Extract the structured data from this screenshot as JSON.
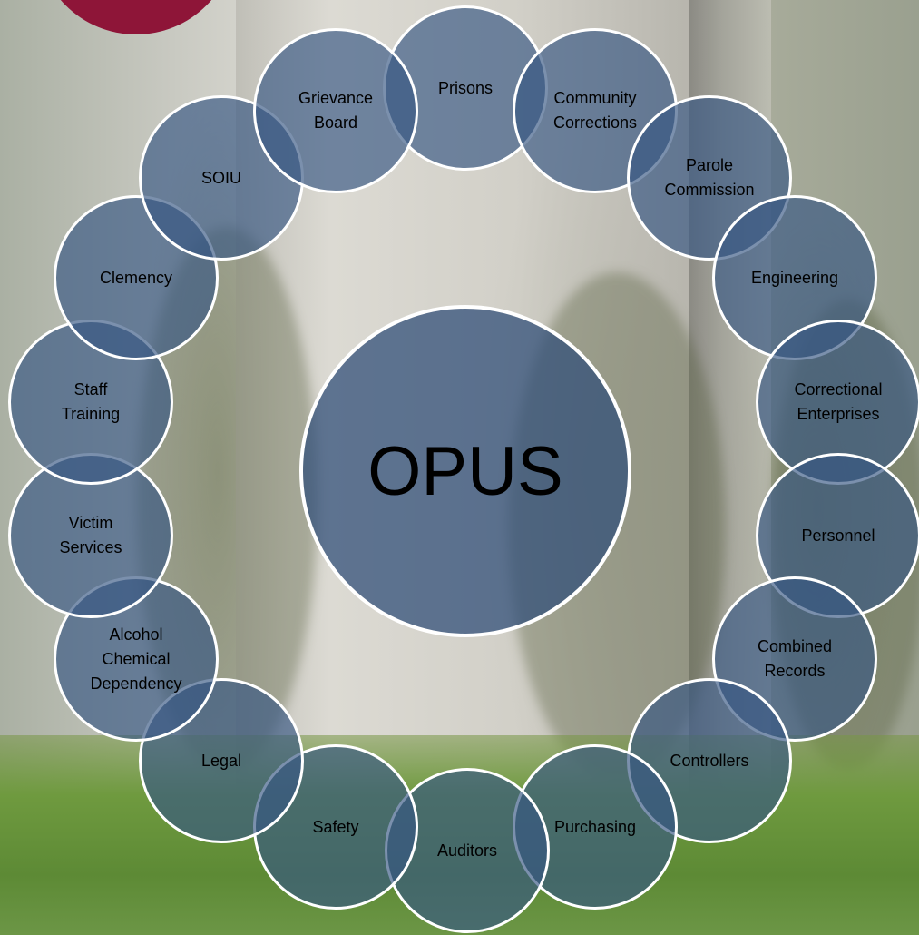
{
  "hub": {
    "label": "OPUS"
  },
  "units": [
    {
      "label": "Prisons"
    },
    {
      "label": "Community\nCorrections"
    },
    {
      "label": "Parole\nCommission"
    },
    {
      "label": "Engineering"
    },
    {
      "label": "Correctional\nEnterprises"
    },
    {
      "label": "Personnel"
    },
    {
      "label": "Combined\nRecords"
    },
    {
      "label": "Controllers"
    },
    {
      "label": "Purchasing"
    },
    {
      "label": "Auditors"
    },
    {
      "label": "Safety"
    },
    {
      "label": "Legal"
    },
    {
      "label": "Alcohol\nChemical\nDependency"
    },
    {
      "label": "Victim\nServices"
    },
    {
      "label": "Staff\nTraining"
    },
    {
      "label": "Clemency"
    },
    {
      "label": "SOIU"
    },
    {
      "label": "Grievance\nBoard"
    }
  ],
  "colors": {
    "circle_fill": "#365682",
    "circle_border": "#ffffff",
    "badge": "#8e1538",
    "lawn": "#6f9a3f"
  }
}
